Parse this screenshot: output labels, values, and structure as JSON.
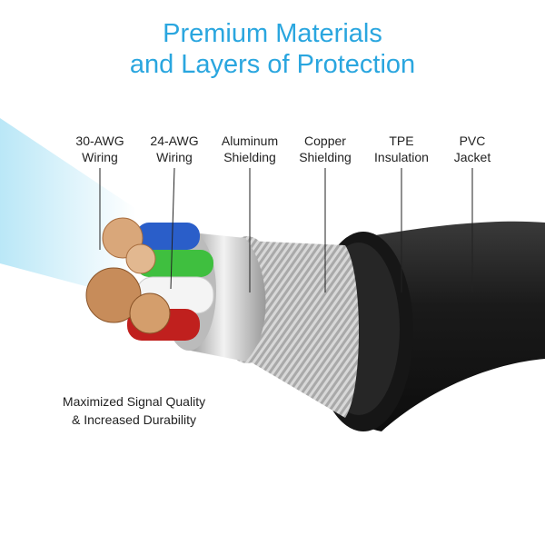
{
  "title": {
    "line1": "Premium Materials",
    "line2": "and Layers of Protection"
  },
  "labels": [
    {
      "line1": "30-AWG",
      "line2": "Wiring"
    },
    {
      "line1": "24-AWG",
      "line2": "Wiring"
    },
    {
      "line1": "Aluminum",
      "line2": "Shielding"
    },
    {
      "line1": "Copper",
      "line2": "Shielding"
    },
    {
      "line1": "TPE",
      "line2": "Insulation"
    },
    {
      "line1": "PVC",
      "line2": "Jacket"
    }
  ],
  "tagline": {
    "line1": "Maximized Signal Quality",
    "line2": "& Increased Durability"
  },
  "colors": {
    "accent": "#2aa6df",
    "jacket": "#1c1c1c",
    "glow": "#7fd3f0"
  }
}
